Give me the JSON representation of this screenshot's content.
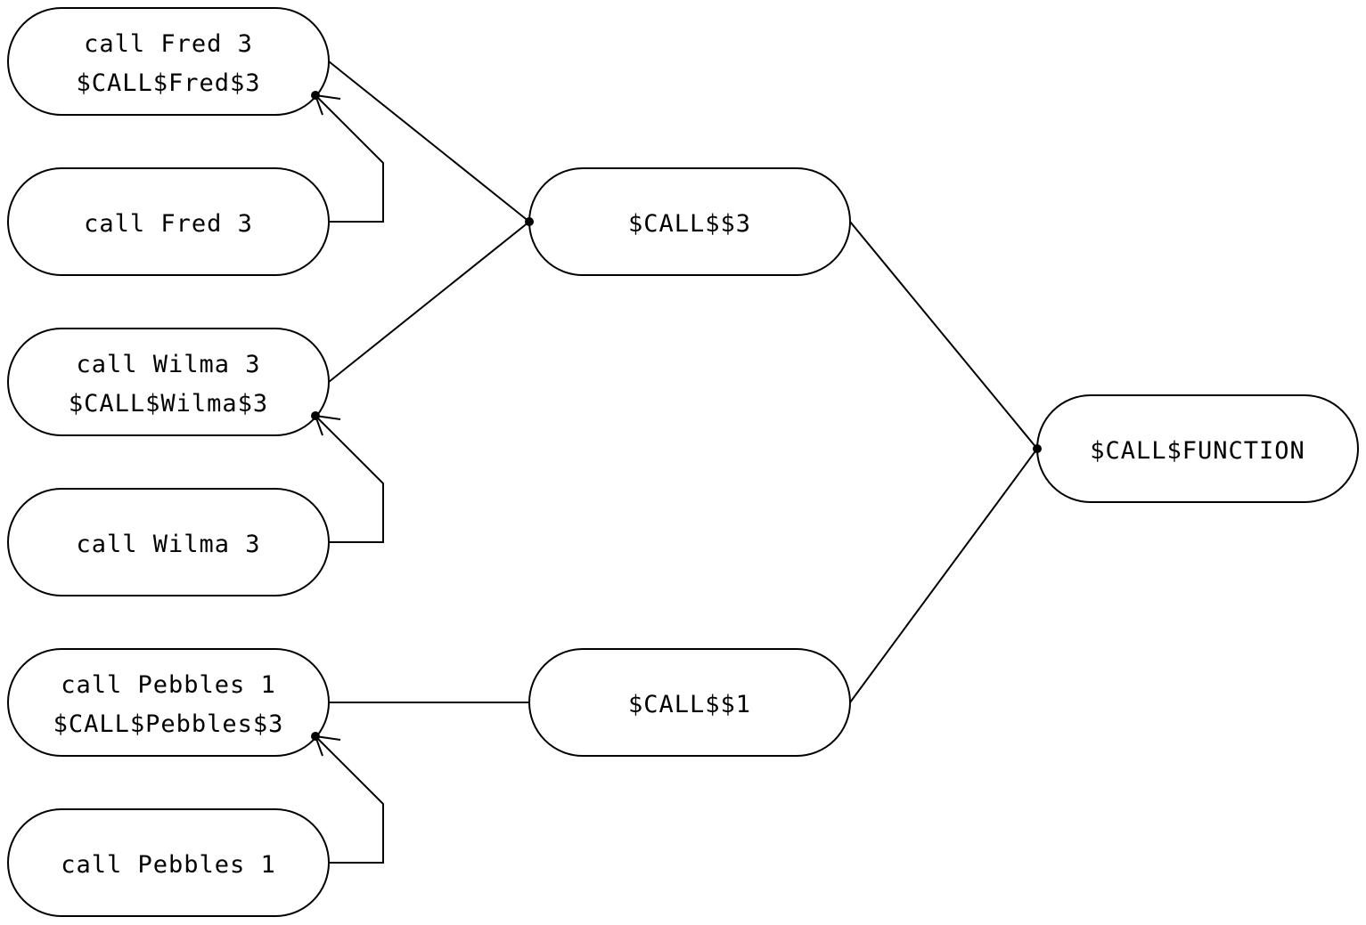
{
  "nodes": {
    "fred_named": {
      "line1": "call Fred 3",
      "line2": "$CALL$Fred$3"
    },
    "fred_call": {
      "label": "call Fred 3"
    },
    "wilma_named": {
      "line1": "call Wilma 3",
      "line2": "$CALL$Wilma$3"
    },
    "wilma_call": {
      "label": "call Wilma 3"
    },
    "pebbles_named": {
      "line1": "call Pebbles 1",
      "line2": "$CALL$Pebbles$3"
    },
    "pebbles_call": {
      "label": "call Pebbles 1"
    },
    "call3": {
      "label": "$CALL$$3"
    },
    "call1": {
      "label": "$CALL$$1"
    },
    "function": {
      "label": "$CALL$FUNCTION"
    }
  },
  "colors": {
    "stroke": "#000000",
    "background": "#ffffff"
  }
}
